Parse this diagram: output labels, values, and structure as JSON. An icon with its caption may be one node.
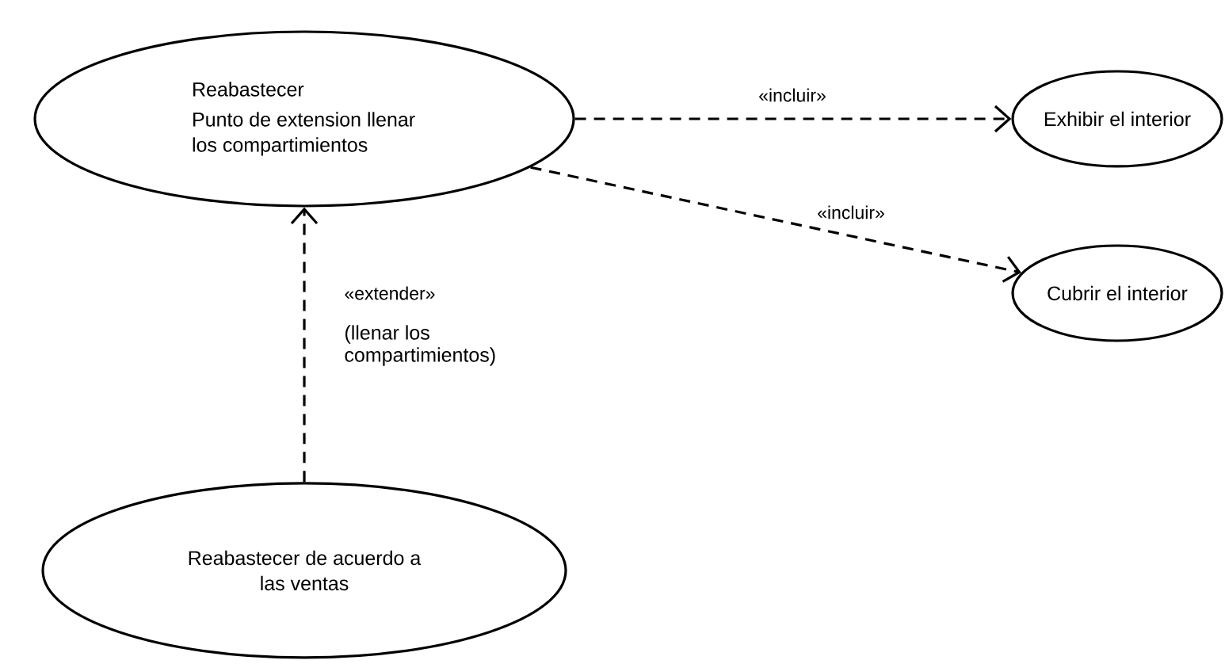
{
  "diagram": {
    "nodes": [
      {
        "text": [
          "Reabastecer",
          "Punto de extension llenar los compartimientos"
        ]
      },
      {
        "text": [
          "Exhibir el interior"
        ]
      },
      {
        "text": [
          "Cubrir el interior"
        ]
      },
      {
        "text": [
          "Reabastecer de acuerdo a las ventas"
        ]
      }
    ],
    "edges": [
      {
        "from": 0,
        "to": 1,
        "arrow": "to",
        "label": "«incluir»",
        "style": "dashed"
      },
      {
        "from": 0,
        "to": 2,
        "arrow": "to",
        "label": "«incluir»",
        "style": "dashed"
      },
      {
        "from": 3,
        "to": 0,
        "arrow": "to",
        "label": "«extender»",
        "style": "dashed"
      }
    ],
    "labels": [
      "(llenar los compartimientos)"
    ]
  }
}
